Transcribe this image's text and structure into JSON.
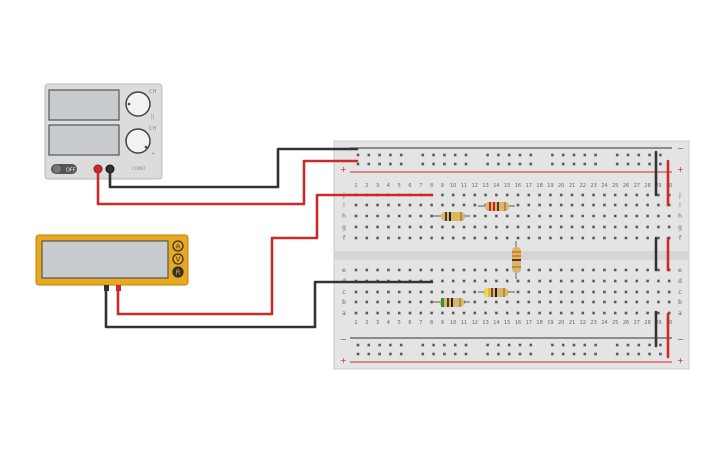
{
  "power_supply": {
    "knob_top_label": "CH",
    "knob_top_mark": "||",
    "knob_bottom_label": "CH",
    "knob_bottom_mark": "+",
    "off_label": "OFF",
    "brand_label": "CONST"
  },
  "multimeter": {
    "mode_a": "A",
    "mode_v": "V",
    "mode_r": "R"
  },
  "breadboard": {
    "column_numbers": [
      "1",
      "2",
      "3",
      "4",
      "5",
      "6",
      "7",
      "8",
      "9",
      "10",
      "11",
      "12",
      "13",
      "14",
      "15",
      "16",
      "17",
      "18",
      "19",
      "20",
      "21",
      "22",
      "23",
      "24",
      "25",
      "26",
      "27",
      "28",
      "29",
      "30"
    ],
    "rows_top": [
      "j",
      "i",
      "h",
      "g",
      "f"
    ],
    "rows_bottom": [
      "e",
      "d",
      "c",
      "b",
      "a"
    ],
    "rail_minus": "−",
    "rail_plus": "+"
  },
  "colors": {
    "wire_red": "#cc2a2a",
    "wire_black": "#333333",
    "meter_body": "#e8a91e",
    "supply_body": "#dcdcdc",
    "board": "#e4e4e4"
  },
  "icons": [
    "dial-knob-icon",
    "power-switch-icon",
    "terminal-icon",
    "resistor-icon"
  ]
}
